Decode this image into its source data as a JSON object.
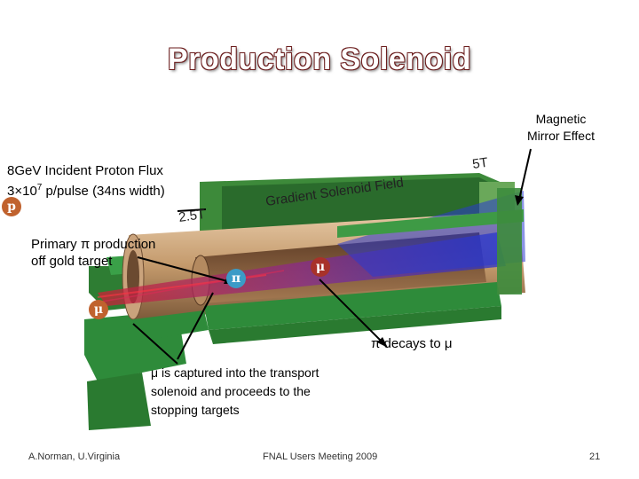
{
  "title": "Production Solenoid",
  "labels": {
    "magnetic_mirror_line1": "Magnetic",
    "magnetic_mirror_line2": "Mirror Effect",
    "field_5t": "5T",
    "field_2_5t": "2.5T",
    "gradient_field": "Gradient Solenoid Field",
    "proton_flux_line1": "8GeV Incident Proton Flux",
    "proton_flux_line2_pre": "3×10",
    "proton_flux_line2_sup": "7",
    "proton_flux_line2_post": " p/pulse (34ns width)",
    "primary_pi_line1": "Primary π production",
    "primary_pi_line2": "off gold target",
    "pi_decays": "π decays to μ",
    "mu_captured_line1": "μ is captured into the transport",
    "mu_captured_line2": "solenoid and proceeds to the",
    "mu_captured_line3": "stopping targets"
  },
  "badges": {
    "proton": "p",
    "pion": "π",
    "muon_inner": "μ",
    "muon_left": "μ"
  },
  "colors": {
    "proton_badge": "#c0622e",
    "pion_badge": "#3b9bc7",
    "muon_badge": "#a8322a",
    "muon_left_badge": "#c0622e",
    "coil_green": "#2e8b3a",
    "cryostat_tan": "#c9a27a"
  },
  "footer": {
    "author": "A.Norman, U.Virginia",
    "meeting": "FNAL Users Meeting 2009",
    "page": "21"
  }
}
